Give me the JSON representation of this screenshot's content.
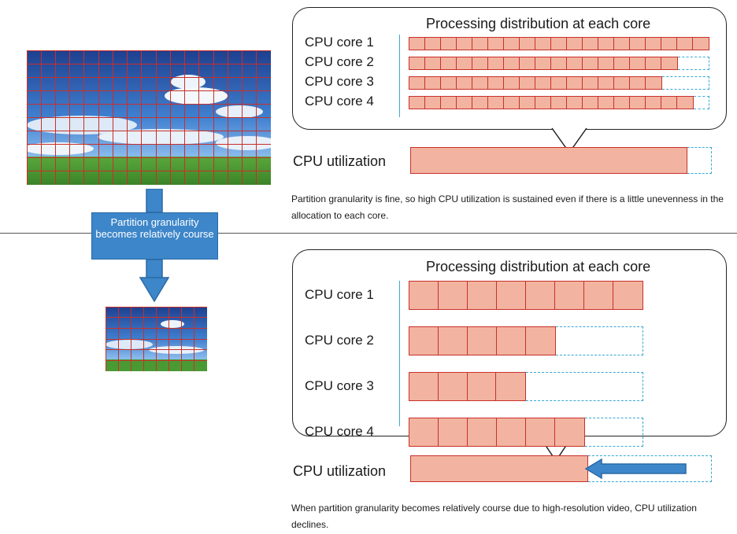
{
  "top": {
    "title": "Processing distribution at each core",
    "cores": [
      {
        "label": "CPU core 1",
        "filled": 19,
        "empty": 0
      },
      {
        "label": "CPU core 2",
        "filled": 17,
        "empty": 2
      },
      {
        "label": "CPU core 3",
        "filled": 16,
        "empty": 3
      },
      {
        "label": "CPU core 4",
        "filled": 18,
        "empty": 1
      }
    ],
    "util_label": "CPU utilization",
    "utilization": 0.92,
    "caption": "Partition granularity is fine, so high CPU utilization is sustained even if there is a little unevenness in the allocation to each core."
  },
  "bottom": {
    "title": "Processing distribution at each core",
    "cores": [
      {
        "label": "CPU core 1",
        "filled": 8,
        "empty": 0
      },
      {
        "label": "CPU core 2",
        "filled": 5,
        "empty": 3
      },
      {
        "label": "CPU core 3",
        "filled": 4,
        "empty": 4
      },
      {
        "label": "CPU core 4",
        "filled": 6,
        "empty": 2
      }
    ],
    "util_label": "CPU utilization",
    "utilization": 0.59,
    "caption": "When partition granularity becomes relatively course due to high-resolution video, CPU utilization declines."
  },
  "arrow_label": "Partition granularity becomes relatively course",
  "colors": {
    "partition_red": "#c8302a",
    "fill_salmon": "#f2b4a0",
    "idle_cyan": "#39a7d4",
    "arrow_blue": "#3d86c9",
    "sky_blue": "#2a5fae",
    "grass_green": "#4a9a34"
  }
}
